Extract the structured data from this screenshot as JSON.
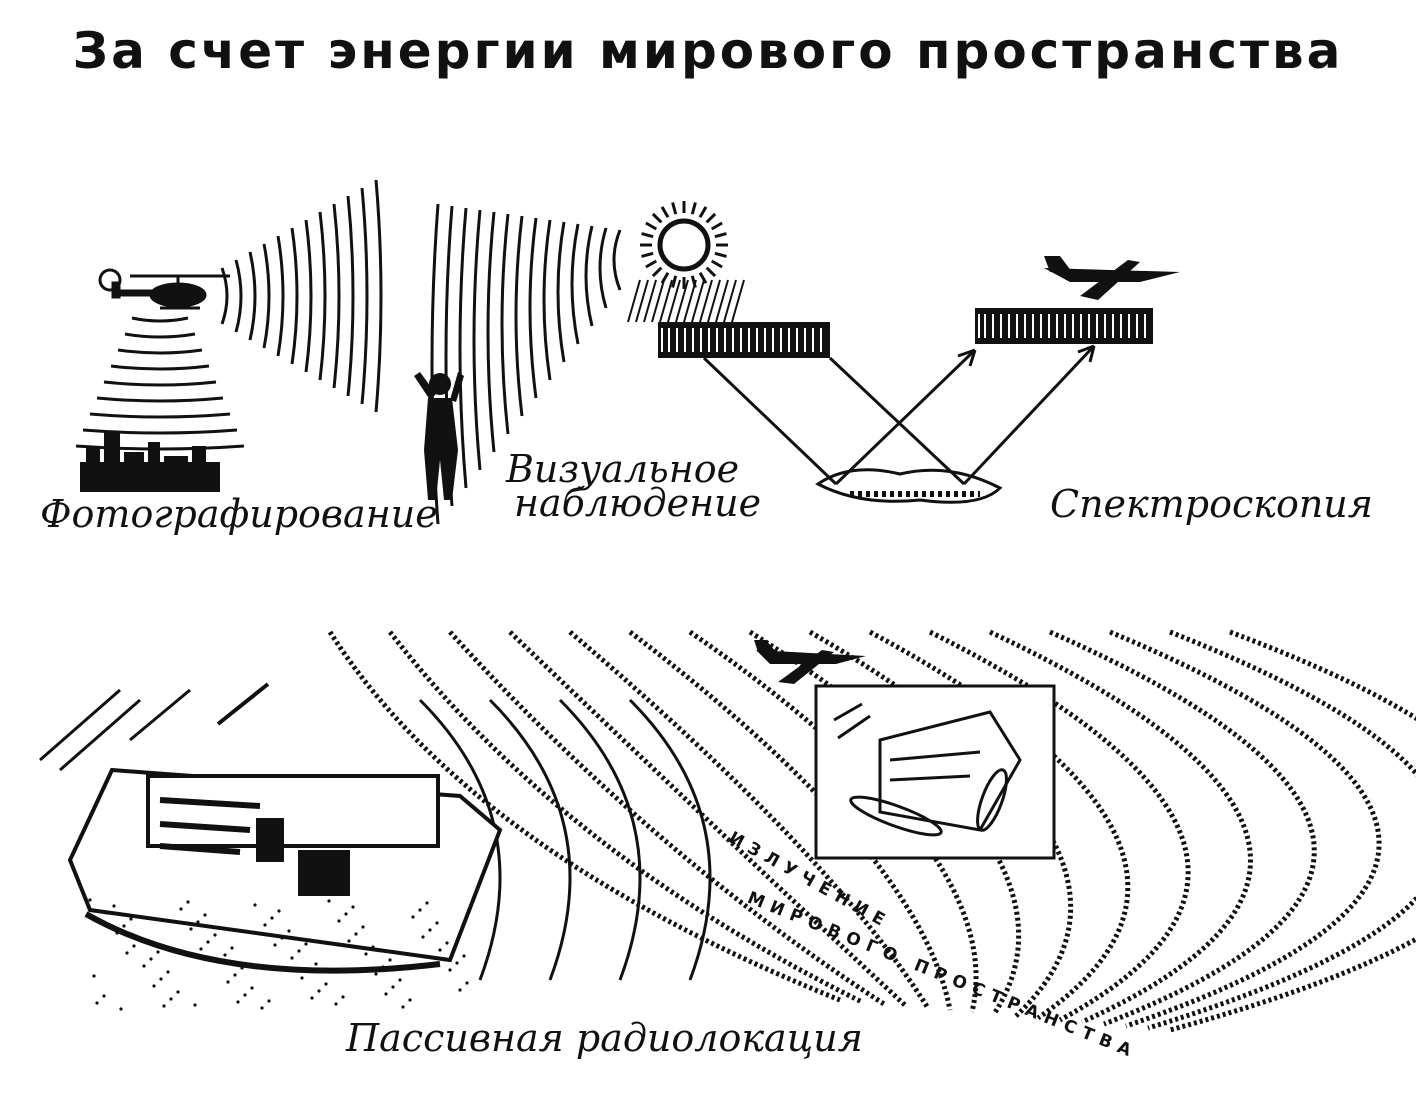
{
  "title": "За счет энергии мирового пространства",
  "labels": {
    "photography": "Фотографирование",
    "visual_line1": "Визуальное",
    "visual_line2": "наблюдение",
    "spectroscopy": "Спектроскопия",
    "passive_location": "Пассивная радиолокация",
    "radiation_line1": "ИЗЛУЧЕНИЕ",
    "radiation_line2": "МИРОВОГО ПРОСТРАНСТВА"
  },
  "icons": [
    "helicopter-icon",
    "sun-icon",
    "jet-aircraft-icon",
    "person-icon",
    "city-icon",
    "ship-icon"
  ],
  "colors": {
    "ink": "#111111",
    "paper": "#ffffff"
  }
}
